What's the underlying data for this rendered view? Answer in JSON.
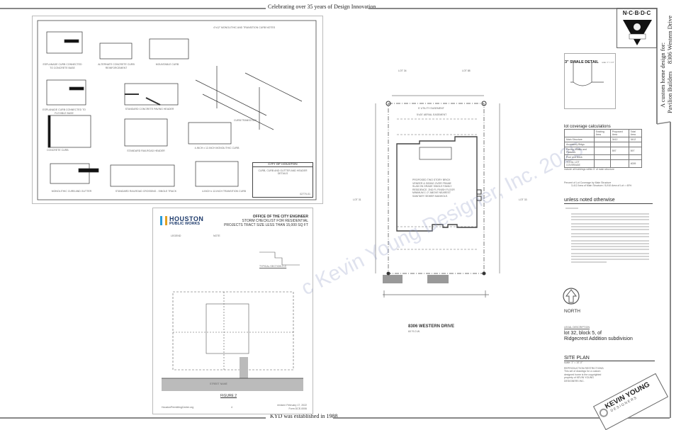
{
  "header": {
    "tagline": "Celebrating over 35 years of Design Innovation"
  },
  "footer": {
    "tagline": "KYD was established in 1988"
  },
  "curb_sheet": {
    "details": [
      "ESPLANADE CURB CONNECTED TO CONCRETE BASE",
      "ALTERNATE CONCRETE CURB REINFORCEMENT",
      "MOUNTABLE CURB",
      "ESPLANADE CURB CONNECTED TO FLEXIBLE BASE",
      "STANDARD CONCRETE PAVING HEADER",
      "CURB TRANSITION",
      "CONCRETE CURB",
      "STANDARD RAILROAD HEADER",
      "4-INCH x 12-INCH MONOLITHIC CURB",
      "MONOLITHIC CURB AND GUTTER",
      "STANDARD RAILROAD CROSSING - SINGLE TRACK",
      "4-INCH x 12-INCH TRANSITION CURB"
    ],
    "notes_title": "4\"x12\" MONOLITHIC AND TRANSITION CURB NOTES",
    "title_block": {
      "agency": "CITY OF HOUSTON",
      "title": "CURB, CURB AND GUTTER AND HEADER DETAILS",
      "dwg_no": "02770-01"
    }
  },
  "checklist": {
    "logo_line1": "HOUSTON",
    "logo_line2": "PUBLIC WORKS",
    "office": "OFFICE OF THE CITY ENGINEER",
    "title1": "STORM CHECKLIST FOR RESIDENTIAL",
    "title2": "PROJECTS TRACT SIZE LESS THAN 15,000 SQ FT",
    "legend_title": "LEGEND",
    "note_title": "NOTE",
    "section_label": "TYPICAL SECTION C-C",
    "street": "STREET NAME",
    "figure": "FIGURE 2",
    "website": "HoustonPermittingCenter.org",
    "page": "4",
    "revised": "revised: February 17, 2022",
    "form": "Form DCE-0006"
  },
  "site_plan": {
    "lot_top_left": "LOT 34",
    "lot_top_right": "LOT 88",
    "lot_left": "LOT 31",
    "lot_right": "LOT 33",
    "easement1": "5' UTILITY EASEMENT",
    "easement2": "5'x20' AERIAL EASEMENT",
    "building_note": "PROPOSED TWO STORY BRICK VENEER & SIDING OVER FRAME SLAB ON GRADE SINGLE FAMILY RESIDENCE. 2ND FL FINISH FLOOR MINIMUM 1'-0\" ABOVE NEAREST SANITARY SEWER MANHOLE.",
    "street": "8306 WESTERN DRIVE",
    "row": "60' R.O.W.",
    "watermark": "c Kevin Young Designer, Inc. 2025"
  },
  "right_panel": {
    "association": "N·C·B·D·C",
    "title_line1": "A custom home design for:",
    "title_line2": "Pavilion Builders",
    "title_line3": "8306 Western Drive",
    "swale_title": "3\" SWALE DETAIL",
    "swale_scale": "scale: 1\" = 1'-0\"",
    "coverage_title": "lot coverage calculations",
    "coverage_headers": [
      "",
      "Existing Area",
      "Proposed Area",
      "Total Area"
    ],
    "coverage_rows": [
      [
        "Main Structure",
        "",
        "3412",
        "3412"
      ],
      [
        "Accessory Bldgs",
        "",
        "",
        ""
      ],
      [
        "Paving, Walks and Flatwork",
        "",
        "597",
        "597"
      ],
      [
        "Pool and Deck",
        "",
        "",
        ""
      ],
      [
        "TOTAL LOT COVERAGE",
        "",
        "",
        "4009"
      ]
    ],
    "coverage_note": "include all buildings within 5' of main structure",
    "percent_label": "Percent of Lot Coverage by Main Structure",
    "percent_formula": "3,412 Area of Main Structure / 8,910 Area of Lot = 40%",
    "unless_title": "unless noted otherwise",
    "north": "NORTH",
    "legal_label": "LEGAL DESCRIPTION",
    "legal_line1": "lot 32, block 5, of",
    "legal_line2": "Ridgecrest  Addition subdivision",
    "site_plan_title": "SITE PLAN",
    "site_plan_scale": "scale: 1\" = 10'-0\"",
    "reproduction_note": "REPRODUCTION RESTRICTIONS: This set of drawings for a custom designed home is the copyrighted property of KEVIN YOUNG DESIGNERS INC.",
    "stamp_name": "KEVIN YOUNG",
    "stamp_sub": "D E S I G N E R S"
  }
}
